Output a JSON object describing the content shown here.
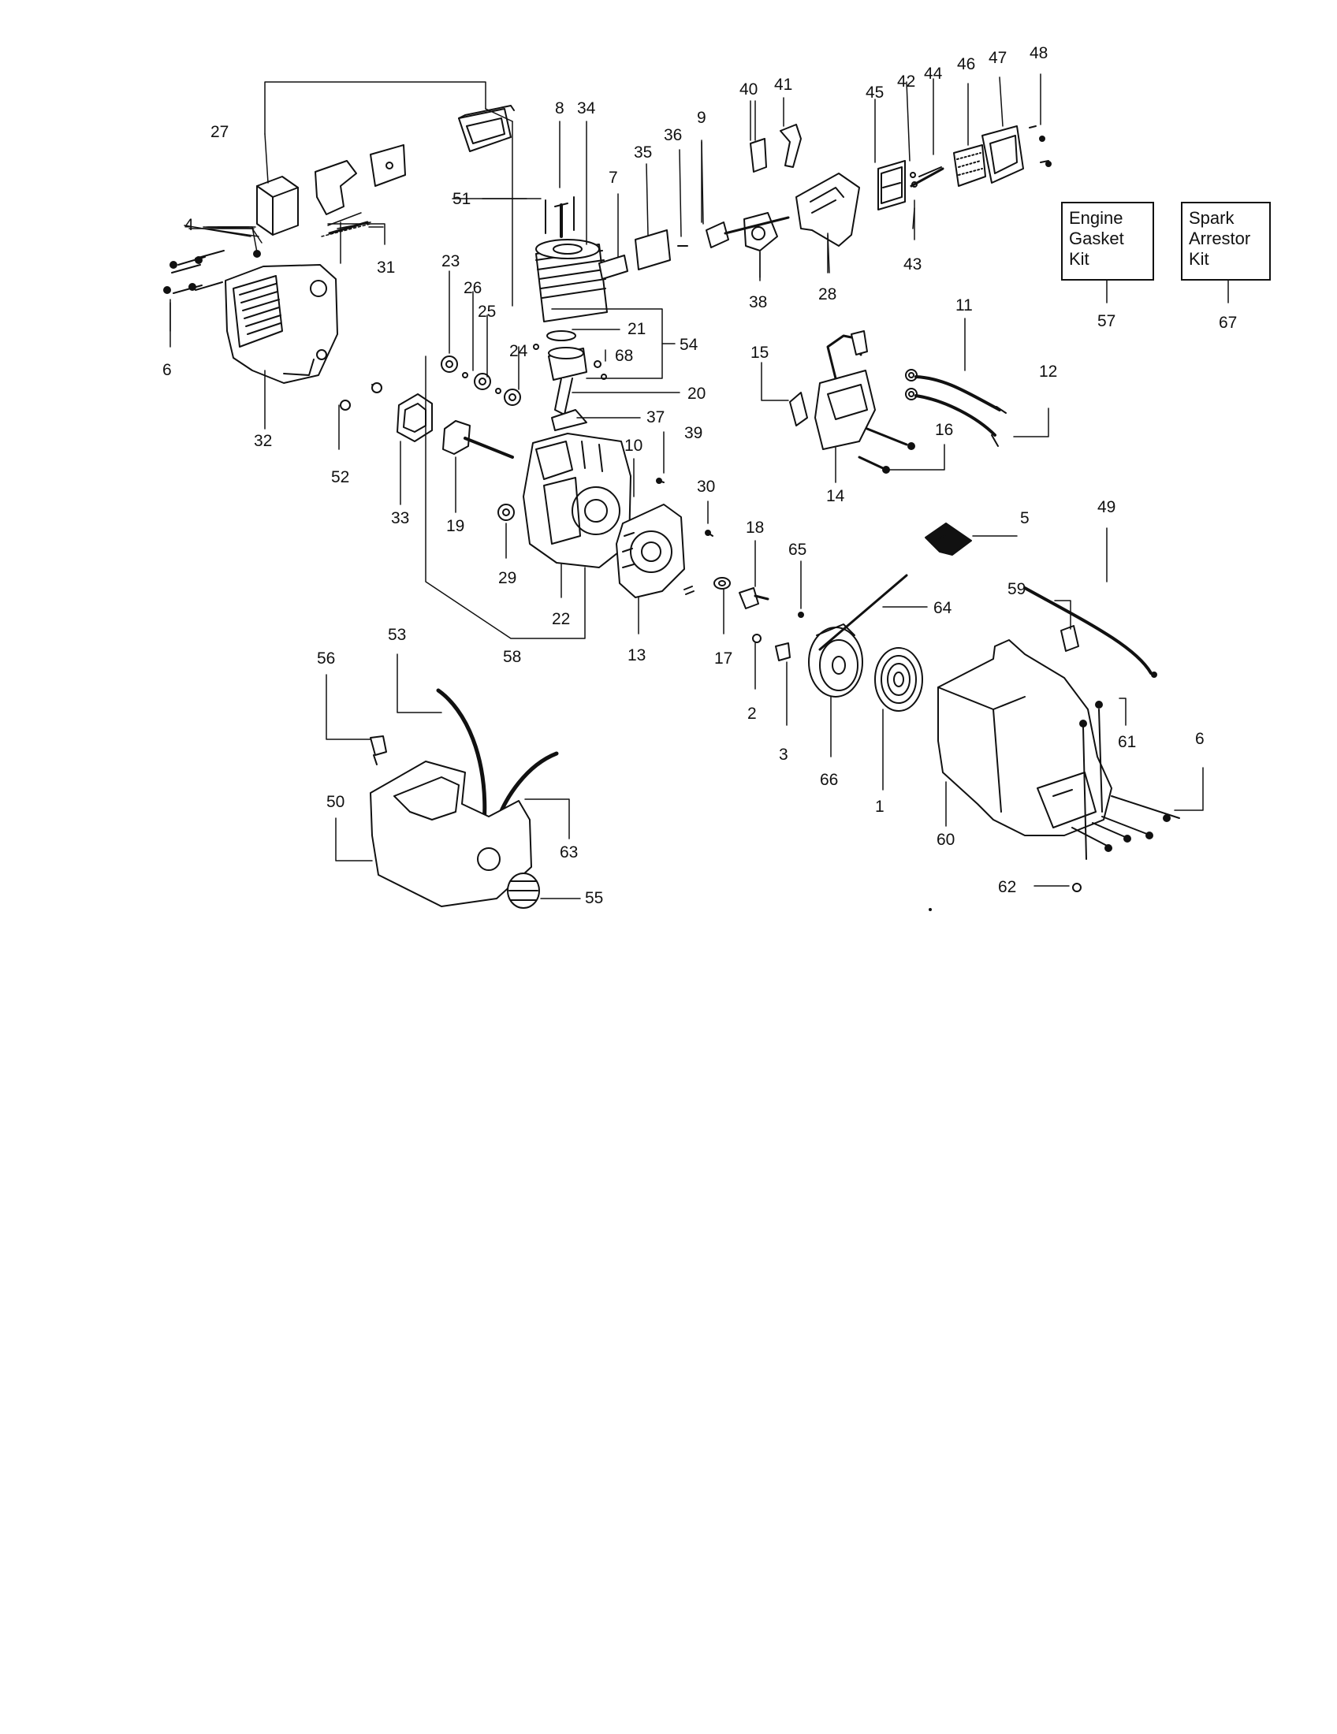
{
  "diagram": {
    "callouts": [
      "1",
      "2",
      "3",
      "4",
      "5",
      "6",
      "7",
      "8",
      "9",
      "10",
      "11",
      "12",
      "13",
      "14",
      "15",
      "16",
      "17",
      "18",
      "19",
      "20",
      "21",
      "22",
      "23",
      "24",
      "25",
      "26",
      "27",
      "28",
      "29",
      "30",
      "31",
      "32",
      "33",
      "34",
      "35",
      "36",
      "37",
      "38",
      "39",
      "40",
      "41",
      "42",
      "43",
      "44",
      "45",
      "46",
      "47",
      "48",
      "49",
      "50",
      "51",
      "52",
      "53",
      "54",
      "55",
      "56",
      "57",
      "58",
      "59",
      "60",
      "61",
      "62",
      "63",
      "64",
      "65",
      "66",
      "67",
      "68"
    ],
    "kits": [
      {
        "lines": [
          "Engine",
          "Gasket",
          "Kit"
        ],
        "number": "57"
      },
      {
        "lines": [
          "Spark",
          "Arrestor",
          "Kit"
        ],
        "number": "67"
      }
    ],
    "ink_color": "#111111"
  }
}
